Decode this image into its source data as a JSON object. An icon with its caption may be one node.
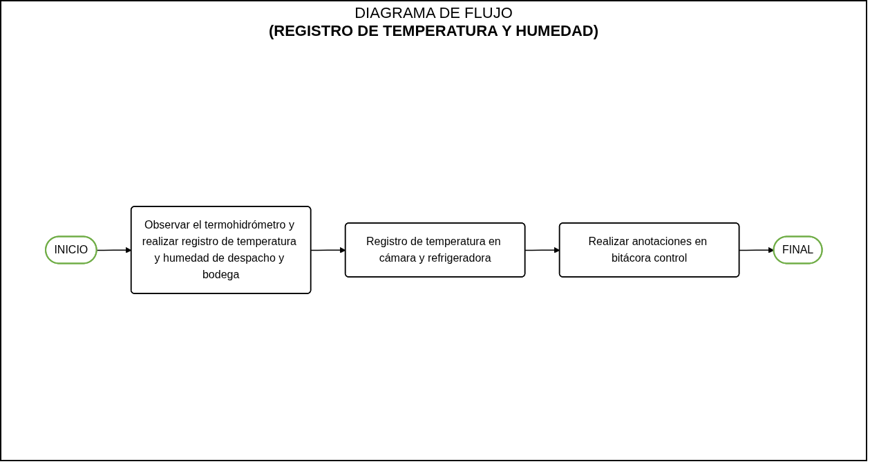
{
  "diagram": {
    "title": "DIAGRAMA DE FLUJO",
    "nodes": [
      {
        "text": [
          "INICIO"
        ]
      },
      {
        "text": [
          "Observar el termohidrómetro y realizar registro de temperatura y humedad de despacho y bodega"
        ]
      },
      {
        "text": [
          "Registro de temperatura en cámara y refrigeradora"
        ]
      },
      {
        "text": [
          "Realizar anotaciones en bitácora control"
        ]
      },
      {
        "text": [
          "FINAL"
        ]
      }
    ],
    "edges": [
      {
        "from": 0,
        "to": 1,
        "arrow": "to"
      },
      {
        "from": 1,
        "to": 2,
        "arrow": "to"
      },
      {
        "from": 2,
        "to": 3,
        "arrow": "to"
      },
      {
        "from": 3,
        "to": 4,
        "arrow": "to"
      }
    ],
    "labels": [
      "(REGISTRO DE TEMPERATURA Y HUMEDAD)"
    ]
  }
}
